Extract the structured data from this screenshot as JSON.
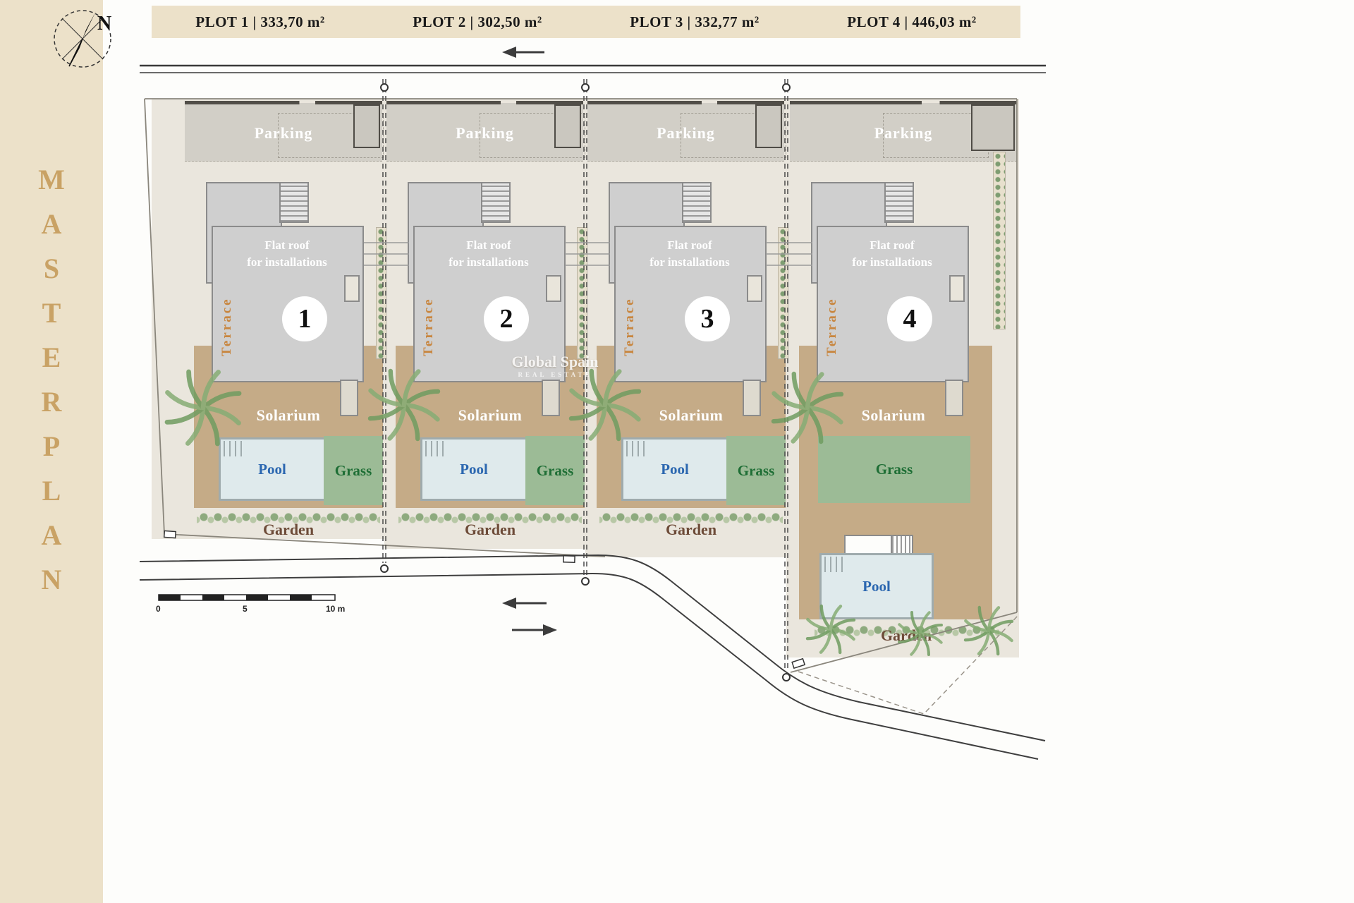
{
  "sidebar": {
    "title": "MASTERPLAN"
  },
  "compass": {
    "north": "N"
  },
  "header": {
    "plot_labels": [
      "PLOT 1 | 333,70 m²",
      "PLOT 2 | 302,50 m²",
      "PLOT 3 | 332,77 m²",
      "PLOT 4 | 446,03 m²"
    ]
  },
  "plots": [
    {
      "number": "1",
      "parking": "Parking",
      "flat_roof_line1": "Flat roof",
      "flat_roof_line2": "for installations",
      "terrace": "Terrace",
      "solarium": "Solarium",
      "pool": "Pool",
      "grass": "Grass",
      "garden": "Garden"
    },
    {
      "number": "2",
      "parking": "Parking",
      "flat_roof_line1": "Flat roof",
      "flat_roof_line2": "for installations",
      "terrace": "Terrace",
      "solarium": "Solarium",
      "pool": "Pool",
      "grass": "Grass",
      "garden": "Garden"
    },
    {
      "number": "3",
      "parking": "Parking",
      "flat_roof_line1": "Flat roof",
      "flat_roof_line2": "for installations",
      "terrace": "Terrace",
      "solarium": "Solarium",
      "pool": "Pool",
      "grass": "Grass",
      "garden": "Garden"
    },
    {
      "number": "4",
      "parking": "Parking",
      "flat_roof_line1": "Flat roof",
      "flat_roof_line2": "for installations",
      "terrace": "Terrace",
      "solarium": "Solarium",
      "grass": "Grass",
      "pool": "Pool",
      "garden": "Garden"
    }
  ],
  "watermark": {
    "line1": "Global Spain",
    "line2": "REAL ESTATE"
  },
  "scale_bar": {
    "start": "0",
    "middle": "5",
    "end": "10 m"
  },
  "colors": {
    "sidebar_bg": "#ece1c9",
    "accent_gold": "#c9a265",
    "solarium_tan": "#c5ab87",
    "grass_green": "#9cbb96",
    "pool_blue": "#dfeaec",
    "pool_text": "#2b67b0",
    "grass_text": "#1e6e35",
    "garden_text": "#6d4b38",
    "terrace_text": "#c8863f"
  }
}
